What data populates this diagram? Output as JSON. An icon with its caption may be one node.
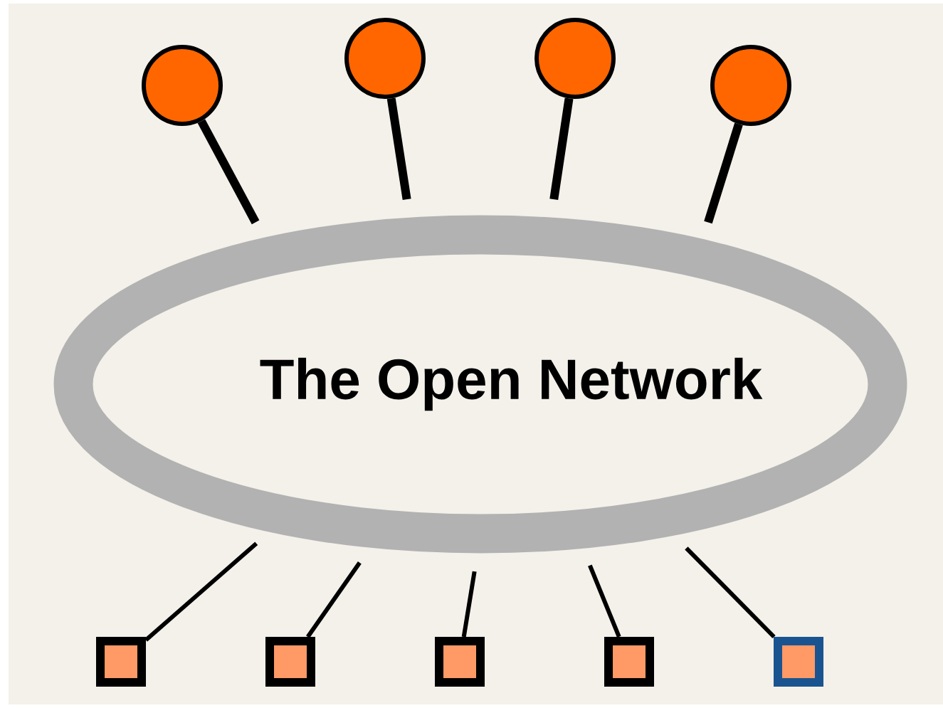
{
  "diagram": {
    "nodes": [
      {
        "text": [
          "The Open Network"
        ]
      },
      {
        "text": [],
        "shape": "circle"
      },
      {
        "text": [],
        "shape": "circle"
      },
      {
        "text": [],
        "shape": "circle"
      },
      {
        "text": [],
        "shape": "circle"
      },
      {
        "text": [],
        "shape": "box"
      },
      {
        "text": [],
        "shape": "box"
      },
      {
        "text": [],
        "shape": "box"
      },
      {
        "text": [],
        "shape": "box"
      },
      {
        "text": [],
        "shape": "box"
      }
    ],
    "edges": [
      {
        "from": 1,
        "to": 0,
        "arrow": "none",
        "style": "thick"
      },
      {
        "from": 2,
        "to": 0,
        "arrow": "none",
        "style": "thick"
      },
      {
        "from": 3,
        "to": 0,
        "arrow": "none",
        "style": "thick"
      },
      {
        "from": 4,
        "to": 0,
        "arrow": "none",
        "style": "thick"
      },
      {
        "from": 0,
        "to": 5,
        "arrow": "none"
      },
      {
        "from": 0,
        "to": 6,
        "arrow": "none"
      },
      {
        "from": 0,
        "to": 7,
        "arrow": "none"
      },
      {
        "from": 0,
        "to": 8,
        "arrow": "none"
      },
      {
        "from": 0,
        "to": 9,
        "arrow": "none"
      }
    ]
  }
}
